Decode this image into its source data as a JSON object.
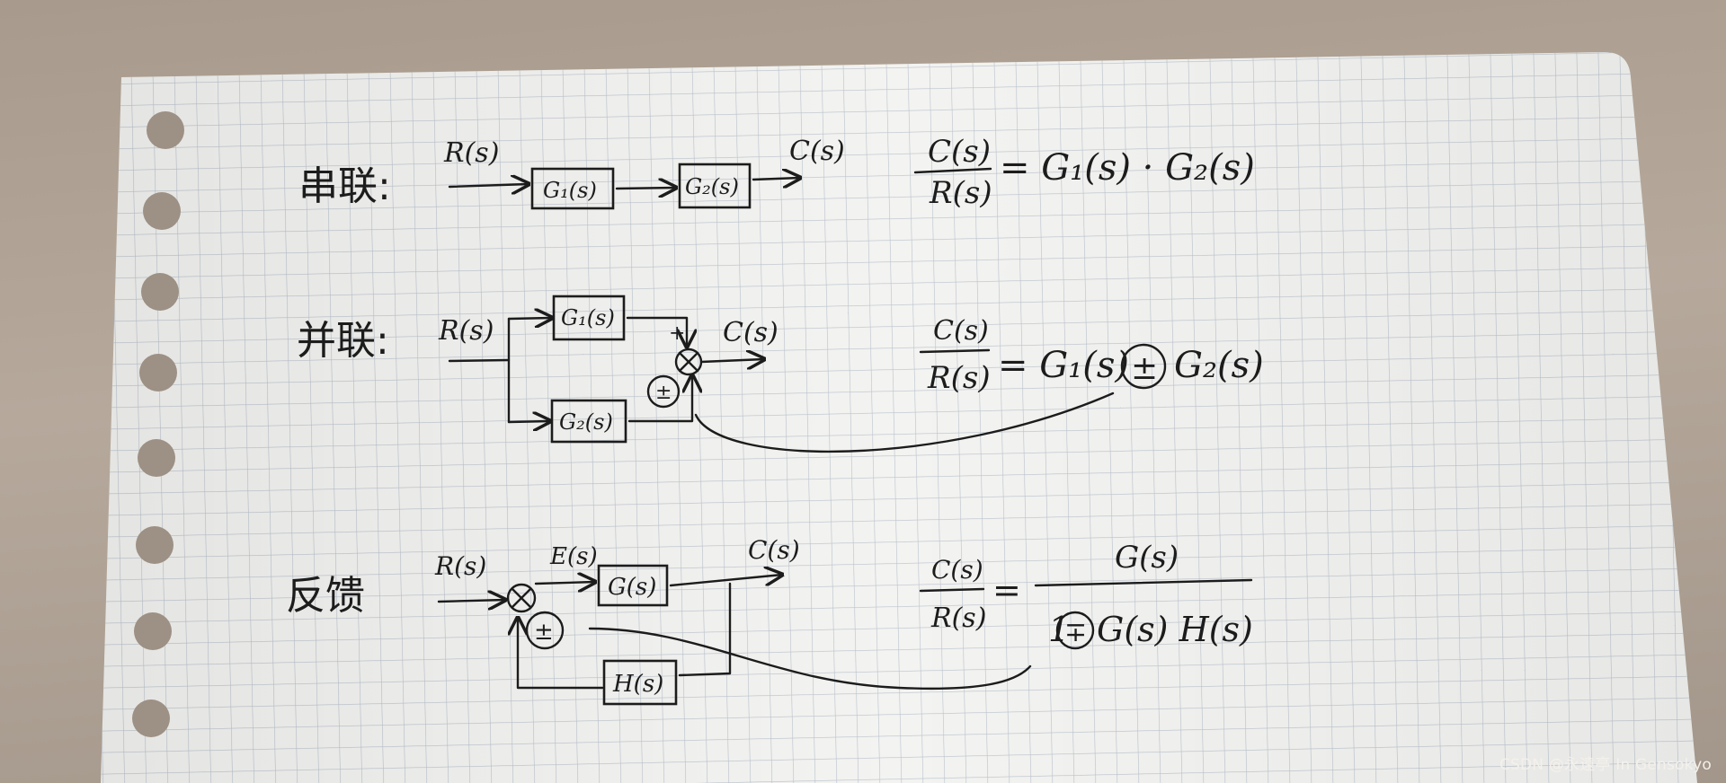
{
  "series": {
    "heading": "串联:",
    "input": "R(s)",
    "block1": "G₁(s)",
    "block2": "G₂(s)",
    "output": "C(s)",
    "formula_num": "C(s)",
    "formula_den": "R(s)",
    "formula_rhs": "= G₁(s) · G₂(s)"
  },
  "parallel": {
    "heading": "并联:",
    "input": "R(s)",
    "block1": "G₁(s)",
    "block2": "G₂(s)",
    "output": "C(s)",
    "plus_top": "+",
    "plus_bottom": "±",
    "formula_num": "C(s)",
    "formula_den": "R(s)",
    "formula_rhs_a": "= G₁(s)",
    "formula_pm": "±",
    "formula_rhs_b": "G₂(s)"
  },
  "feedback": {
    "heading": "反馈",
    "input": "R(s)",
    "error": "E(s)",
    "block_forward": "G(s)",
    "block_feedback": "H(s)",
    "output": "C(s)",
    "sign": "±",
    "formula_num": "C(s)",
    "formula_den": "R(s)",
    "formula_eq": "=",
    "formula_right_num": "G(s)",
    "formula_one": "1",
    "formula_mp": "∓",
    "formula_right_den_rest": "G(s) H(s)"
  },
  "watermark": "CSDN @永遠亭 In Gensokyo",
  "colors": {
    "paper": "#f3f3f1",
    "grid": "#b9c2cc",
    "ink": "#1c1c1c",
    "desk": "#ab9e91"
  }
}
